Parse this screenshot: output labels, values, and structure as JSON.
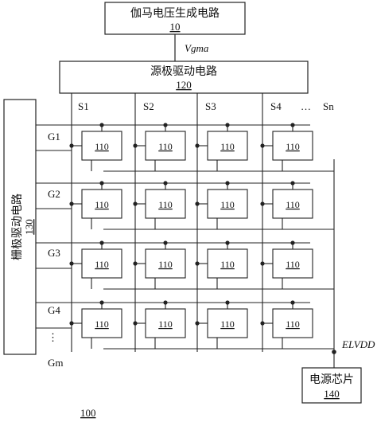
{
  "gamma_block": {
    "title": "伽马电压生成电路",
    "ref": "10"
  },
  "vgma_label": "Vgma",
  "source_block": {
    "title": "源极驱动电路",
    "ref": "120"
  },
  "gate_block": {
    "title": "栅极驱动电路",
    "ref": "130"
  },
  "power_block": {
    "title": "电源芯片",
    "ref": "140"
  },
  "elvdd_label": "ELVDD",
  "figure_ref": "100",
  "source_lines": [
    "S1",
    "S2",
    "S3",
    "S4",
    "…",
    "Sn"
  ],
  "gate_lines": [
    "G1",
    "G2",
    "G3",
    "G4",
    "⋮",
    "Gm"
  ],
  "pixel_label": "110",
  "pixel_rows": 4,
  "pixel_cols": 4
}
